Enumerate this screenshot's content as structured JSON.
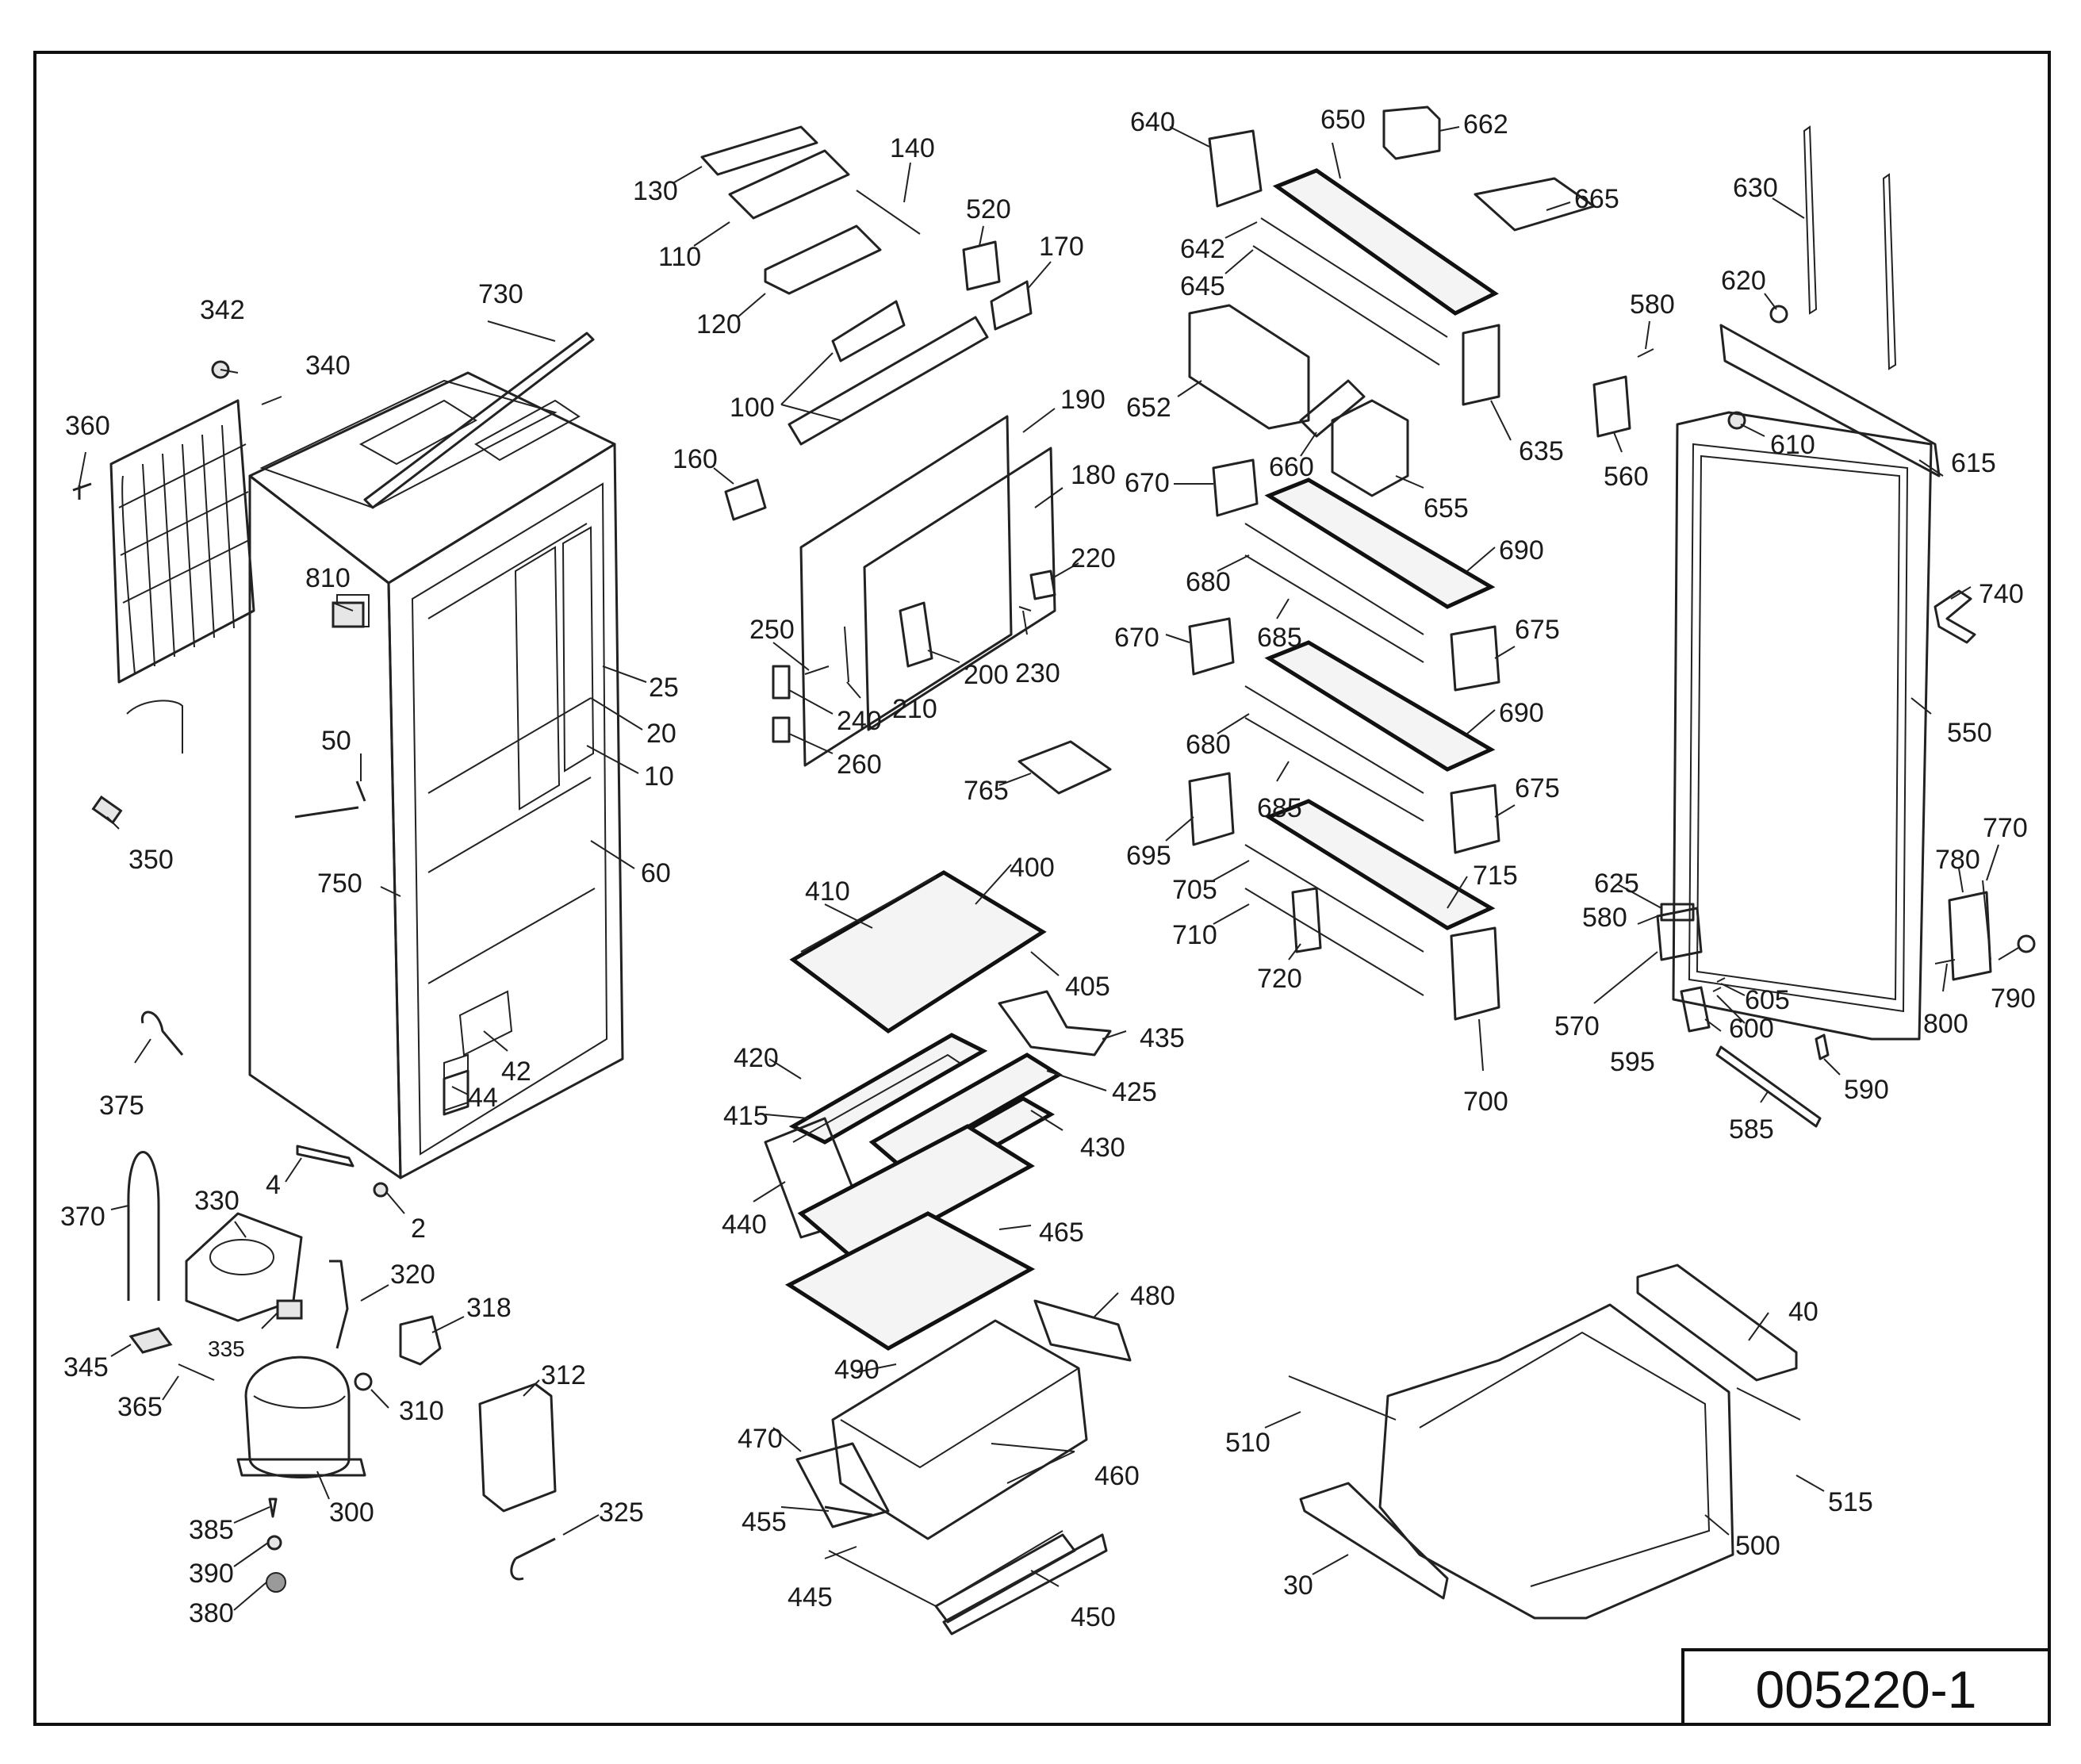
{
  "document": {
    "drawing_code": "005220-1",
    "callouts": [
      "2",
      "4",
      "10",
      "20",
      "25",
      "30",
      "40",
      "42",
      "44",
      "50",
      "60",
      "100",
      "110",
      "120",
      "130",
      "140",
      "160",
      "170",
      "180",
      "190",
      "200",
      "210",
      "220",
      "230",
      "240",
      "250",
      "260",
      "300",
      "310",
      "312",
      "318",
      "320",
      "325",
      "330",
      "335",
      "340",
      "342",
      "345",
      "350",
      "360",
      "365",
      "370",
      "375",
      "380",
      "385",
      "390",
      "400",
      "405",
      "410",
      "415",
      "420",
      "425",
      "430",
      "435",
      "440",
      "445",
      "450",
      "455",
      "460",
      "465",
      "470",
      "480",
      "490",
      "500",
      "510",
      "515",
      "520",
      "550",
      "560",
      "570",
      "580",
      "585",
      "590",
      "595",
      "600",
      "605",
      "610",
      "615",
      "620",
      "625",
      "630",
      "635",
      "640",
      "642",
      "645",
      "650",
      "652",
      "655",
      "660",
      "662",
      "665",
      "670",
      "675",
      "680",
      "685",
      "690",
      "695",
      "700",
      "705",
      "710",
      "715",
      "720",
      "730",
      "740",
      "750",
      "765",
      "770",
      "780",
      "790",
      "800",
      "810"
    ]
  }
}
